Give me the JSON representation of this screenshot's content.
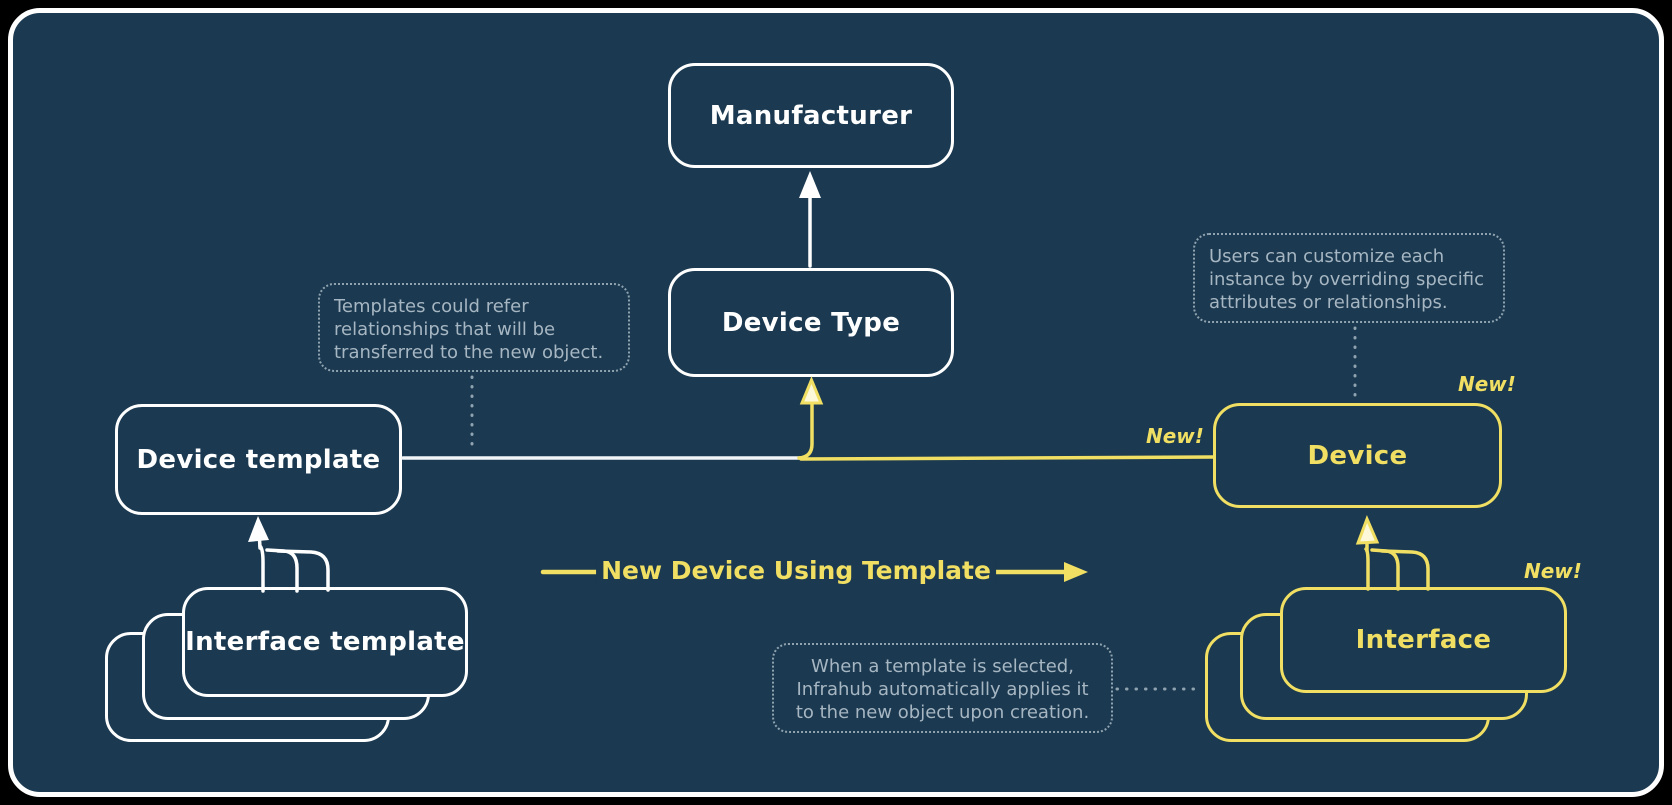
{
  "colors": {
    "background": "#000000",
    "panel": "#1b3950",
    "panel_border": "#ffffff",
    "primary_stroke": "#ffffff",
    "accent_yellow": "#f0df63",
    "note_text": "#a6b6c2",
    "note_border": "#8fa3b0"
  },
  "nodes": {
    "manufacturer": {
      "label": "Manufacturer"
    },
    "device_type": {
      "label": "Device Type"
    },
    "device_template": {
      "label": "Device template"
    },
    "interface_template": {
      "label": "Interface template"
    },
    "device": {
      "label": "Device"
    },
    "interface": {
      "label": "Interface"
    }
  },
  "badges": {
    "link": "New!",
    "device": "New!",
    "interface": "New!"
  },
  "flow": {
    "label": "New Device Using Template"
  },
  "annotations": {
    "templates_refer": {
      "lines": [
        "Templates could refer",
        "relationships that will be",
        "transferred to the new object."
      ]
    },
    "users_customize": {
      "lines": [
        "Users can customize each",
        "instance by overriding specific",
        "attributes or relationships."
      ]
    },
    "template_selected": {
      "lines": [
        "When a template is selected,",
        "Infrahub automatically applies it",
        "to the new object upon creation."
      ]
    }
  }
}
